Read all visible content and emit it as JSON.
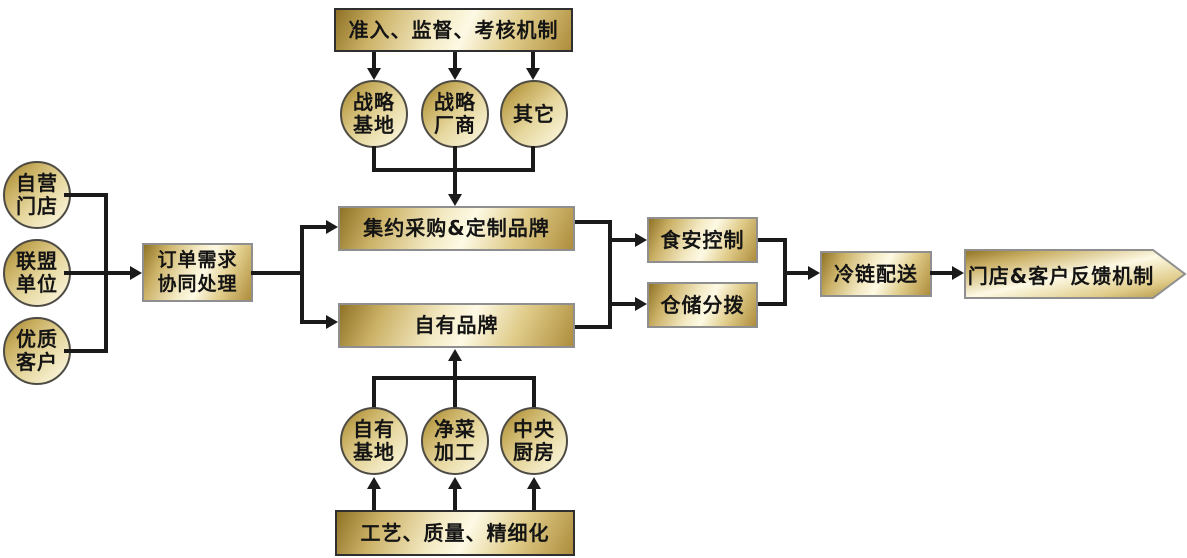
{
  "diagram": {
    "colors": {
      "gold_dark": "#8f7226",
      "gold_light": "#fdf9e4",
      "line_black": "#1a1a1a",
      "box_border_gray": "#8f8f8f",
      "mechanism_border": "#2f2f2f",
      "circle_border": "#4e4b44"
    },
    "nodes": {
      "admission_mechanism": {
        "label": "准入、监督、考核机制"
      },
      "strategic_base": {
        "label": "战略\n基地"
      },
      "strategic_vendor": {
        "label": "战略\n厂商"
      },
      "other": {
        "label": "其它"
      },
      "self_store": {
        "label": "自营\n门店"
      },
      "alliance_unit": {
        "label": "联盟\n单位"
      },
      "quality_customer": {
        "label": "优质\n客户"
      },
      "order_processing": {
        "label": "订单需求\n协同处理"
      },
      "intensive_procurement": {
        "label": "集约采购&定制品牌"
      },
      "own_brand": {
        "label": "自有品牌"
      },
      "food_safety": {
        "label": "食安控制"
      },
      "warehouse_dispatch": {
        "label": "仓储分拨"
      },
      "cold_chain": {
        "label": "冷链配送"
      },
      "feedback_mechanism": {
        "label": "门店&客户反馈机制"
      },
      "own_base": {
        "label": "自有\n基地"
      },
      "clean_vegetable_processing": {
        "label": "净菜\n加工"
      },
      "central_kitchen": {
        "label": "中央\n厨房"
      },
      "quality_mechanism": {
        "label": "工艺、质量、精细化"
      }
    }
  }
}
